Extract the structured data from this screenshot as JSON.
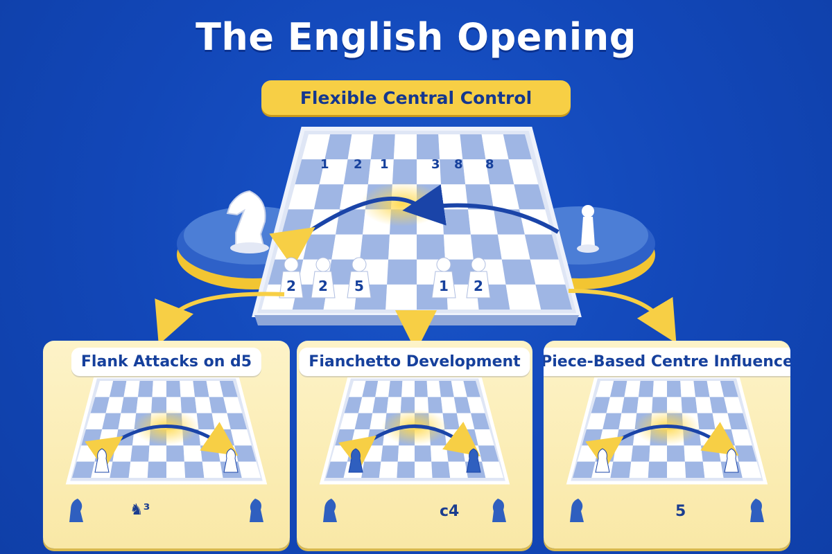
{
  "title": "The English Opening",
  "subtitle": "Flexible Central Control",
  "panels": [
    {
      "label": "Flank Attacks on d5",
      "note": "♞³"
    },
    {
      "label": "Fianchetto Development",
      "note": "c4"
    },
    {
      "label": "Piece-Based Centre Influence",
      "note": "5"
    }
  ],
  "main_board": {
    "rank_digits": [
      "1",
      "2",
      "1",
      "3",
      "8",
      "8"
    ],
    "pawn_digits": [
      "2",
      "2",
      "5",
      "1",
      "2"
    ]
  },
  "icons": [
    "knight-icon",
    "pawn-icon",
    "bishop-icon"
  ],
  "colors": {
    "background": "#1247b8",
    "accent": "#f7cf45",
    "board_dark": "#9fb6e4",
    "board_light": "#ffffff",
    "navy": "#16409c"
  }
}
